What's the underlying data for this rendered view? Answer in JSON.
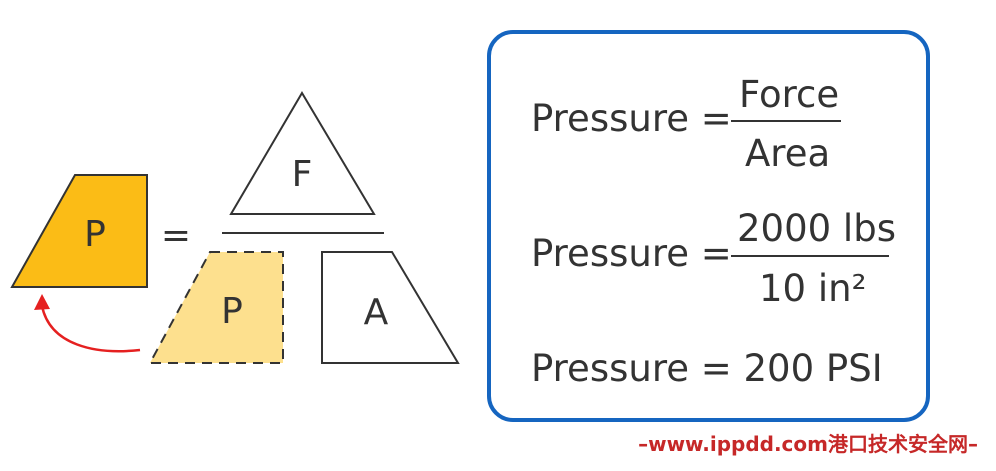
{
  "left_diagram": {
    "shaded_label": "P",
    "equals_sign": "=",
    "triangle_label": "F",
    "dashed_label": "P",
    "trapezoid_label": "A"
  },
  "formula_box": {
    "line1": {
      "lhs": "Pressure =",
      "numerator": "Force",
      "denominator": "Area"
    },
    "line2": {
      "lhs": "Pressure =",
      "numerator": "2000 lbs",
      "denominator": "10 in²"
    },
    "line3": "Pressure = 200 PSI"
  },
  "watermark": "–www.ippdd.com港口技术安全网–",
  "colors": {
    "shaded_fill": "#fbbc16",
    "dashed_fill": "#fde08e",
    "box_border": "#1565c0",
    "arrow": "#e52020",
    "watermark": "#c62828"
  }
}
